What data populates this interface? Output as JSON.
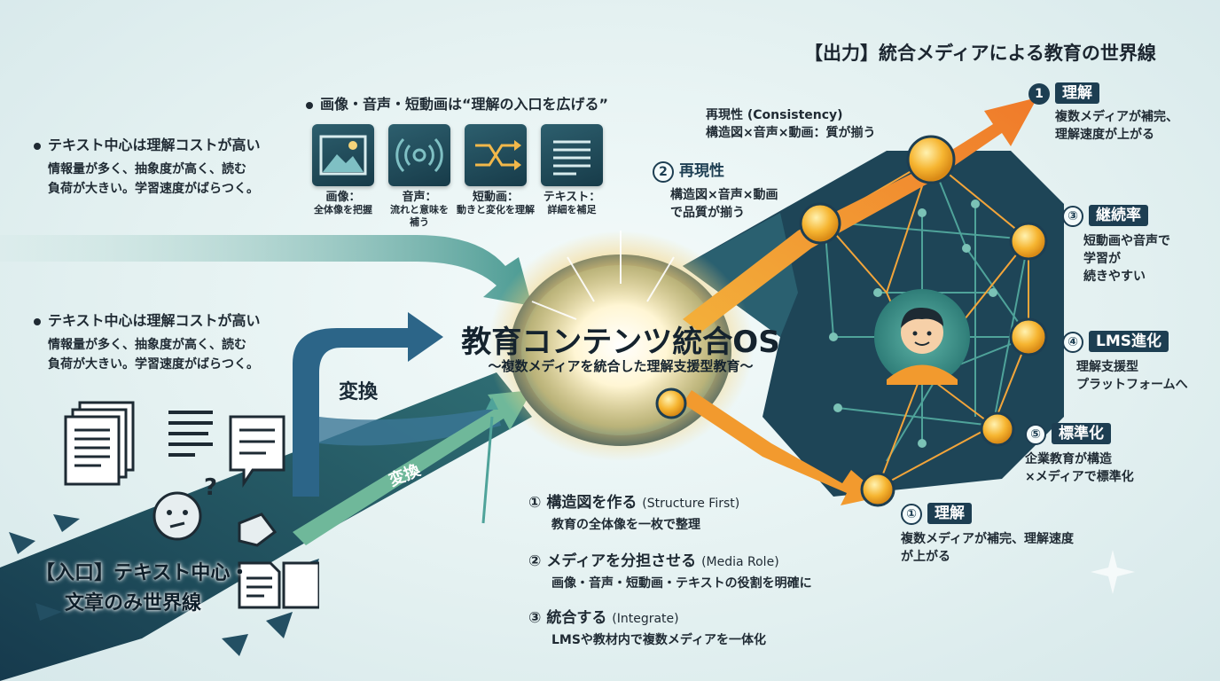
{
  "output_title": "【出力】統合メディアによる教育の世界線",
  "left_bullets": [
    {
      "title": "テキスト中心は理解コストが高い",
      "line1": "情報量が多く、抽象度が高く、読む",
      "line2": "負荷が大きい。学習速度がばらつく。"
    },
    {
      "title": "テキスト中心は理解コストが高い",
      "line1": "情報量が多く、抽象度が高く、読む",
      "line2": "負荷が大きい。学習速度がばらつく。"
    }
  ],
  "media": {
    "title": "画像・音声・短動画は“理解の入口を広げる”",
    "items": [
      {
        "icon": "image-icon",
        "label": "画像：",
        "desc": "全体像を把握"
      },
      {
        "icon": "audio-wave-icon",
        "label": "音声：",
        "desc": "流れと意味を",
        "desc2": "補う"
      },
      {
        "icon": "shuffle-icon",
        "label": "短動画：",
        "desc": "動きと変化を理解"
      },
      {
        "icon": "document-lines-icon",
        "label": "テキスト：",
        "desc": "詳細を補足"
      }
    ]
  },
  "center": {
    "title": "教育コンテンツ統合OS",
    "subtitle": "〜複数メディアを統合した理解支援型教育〜"
  },
  "transform_labels": [
    "変換",
    "変換"
  ],
  "entry_label": {
    "line1": "【入口】テキスト中心・",
    "line2": "文章のみ世界線"
  },
  "steps": [
    {
      "num": "①",
      "title": "構造図を作る",
      "en": "(Structure First)",
      "desc": "教育の全体像を一枚で整理"
    },
    {
      "num": "②",
      "title": "メディアを分担させる",
      "en": "(Media Role)",
      "desc": "画像・音声・短動画・テキストの役割を明確に"
    },
    {
      "num": "③",
      "title": "統合する",
      "en": "(Integrate)",
      "desc": "LMSや教材内で複数メディアを一体化"
    }
  ],
  "consistency_note": {
    "line1": "再現性 (Consistency)",
    "line2": "構造図×音声×動画：質が揃う"
  },
  "nodes": {
    "top_understand": {
      "num": "1",
      "label": "理解",
      "line1": "複数メディアが補完、",
      "line2": "理解速度が上がる"
    },
    "reproducibility": {
      "num": "2",
      "label": "再現性",
      "line1": "構造図×音声×動画",
      "line2": "で品質が揃う"
    },
    "continuity": {
      "num": "③",
      "label": "継続率",
      "line1": "短動画や音声で",
      "line2": "学習が",
      "line3": "続きやすい"
    },
    "lms": {
      "num": "④",
      "label": "LMS進化",
      "line1": "理解支援型",
      "line2": "プラットフォームへ"
    },
    "standard": {
      "num": "⑤",
      "label": "標準化",
      "line1": "企業教育が構造",
      "line2": "×メディアで標準化"
    },
    "bottom_understand": {
      "num": "①",
      "label": "理解",
      "line1": "複数メディアが補完、理解速度",
      "line2": "が上がる"
    }
  },
  "colors": {
    "dark": "#1d3e52",
    "orange": "#f29a2e",
    "teal": "#3c8a8c",
    "gold": "#f7c53b"
  }
}
